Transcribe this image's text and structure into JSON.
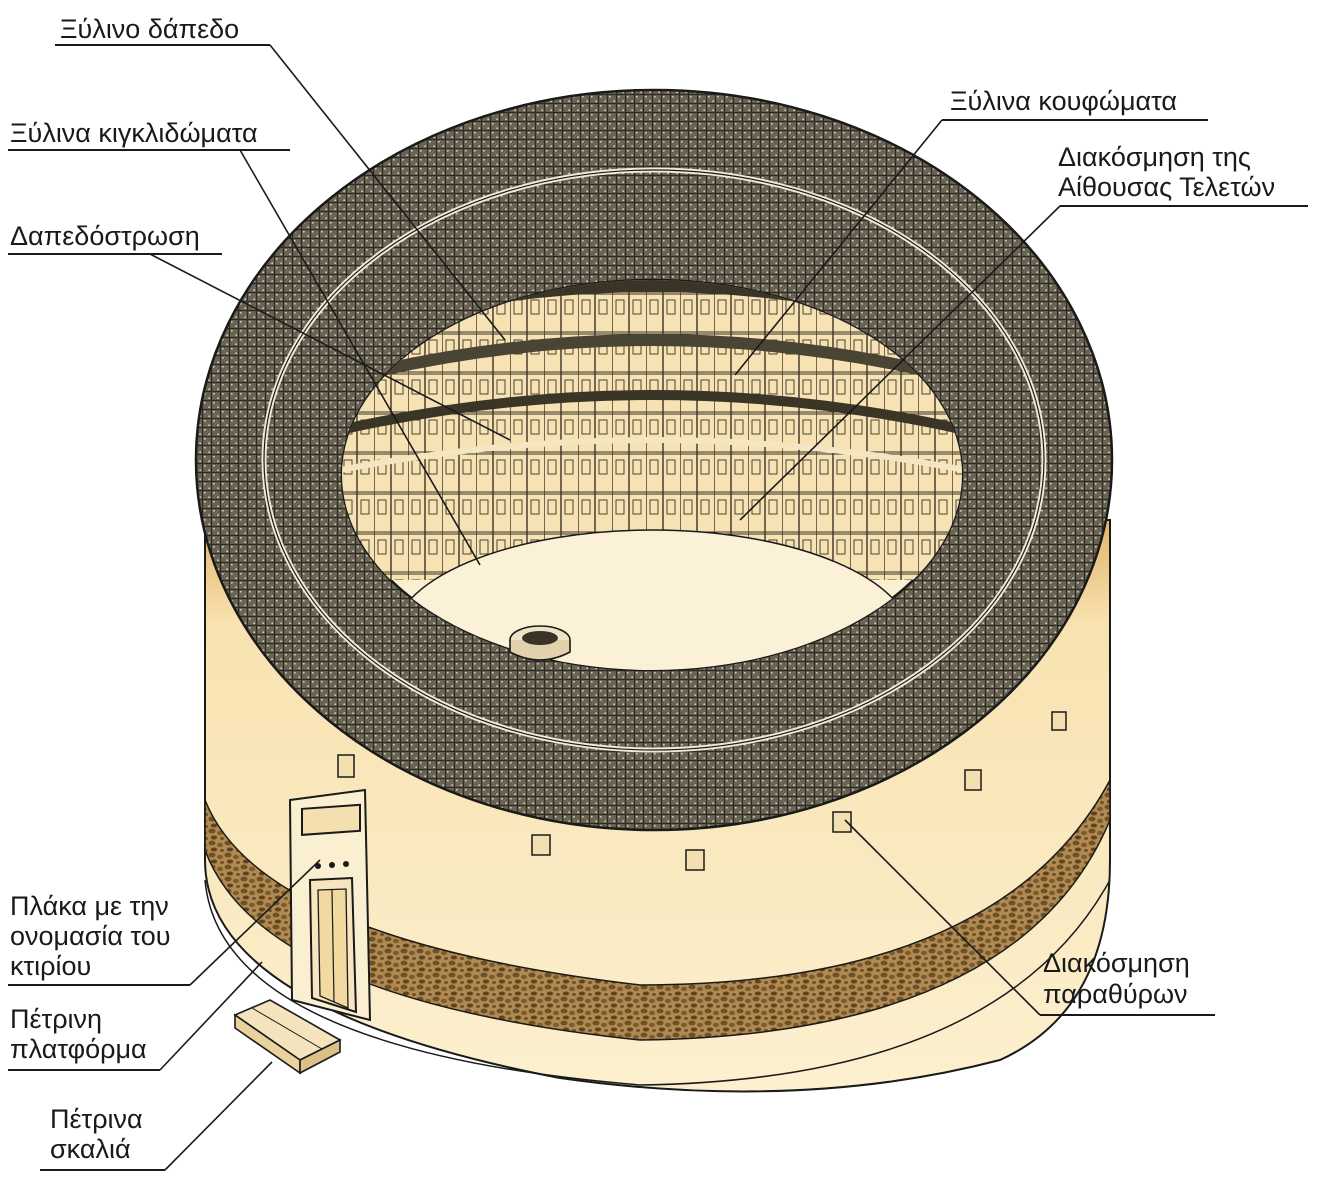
{
  "labels": {
    "wooden_floor": "Ξύλινο δάπεδο",
    "wooden_railings": "Ξύλινα κιγκλιδώματα",
    "paving": "Δαπεδόστρωση",
    "wooden_frames": "Ξύλινα κουφώματα",
    "ceremony_hall_line1": "Διακόσμηση της",
    "ceremony_hall_line2": "Αίθουσας Τελετών",
    "name_plaque_line1": "Πλάκα με την",
    "name_plaque_line2": "ονομασία του",
    "name_plaque_line3": "κτιρίου",
    "stone_platform_line1": "Πέτρινη",
    "stone_platform_line2": "πλατφόρμα",
    "stone_steps_line1": "Πέτρινα",
    "stone_steps_line2": "σκαλιά",
    "window_decoration_line1": "Διακόσμηση",
    "window_decoration_line2": "παραθύρων"
  },
  "colors": {
    "wall": "#fbebc4",
    "wall_shade": "#e9c47c",
    "roof": "#5d574b",
    "roof_light": "#8a8474",
    "stone_band": "#9c7a46",
    "ink": "#1a1a1a"
  }
}
